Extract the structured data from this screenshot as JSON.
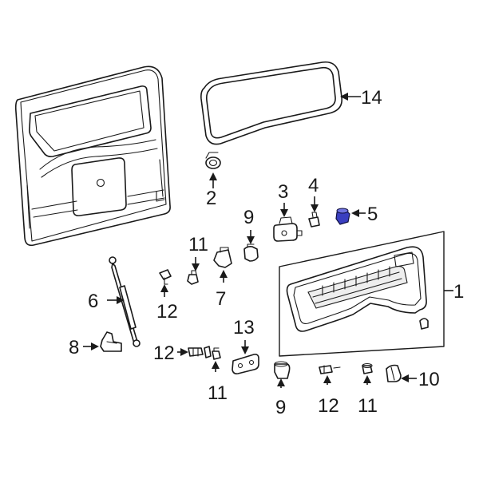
{
  "callouts": {
    "c1": "1",
    "c2": "2",
    "c3": "3",
    "c4": "4",
    "c5": "5",
    "c6": "6",
    "c7": "7",
    "c8": "8",
    "c9a": "9",
    "c9b": "9",
    "c10": "10",
    "c11a": "11",
    "c11b": "11",
    "c11c": "11",
    "c12a": "12",
    "c12b": "12",
    "c12c": "12",
    "c13": "13",
    "c14": "14"
  },
  "colors": {
    "highlight_part": "#3a3fc0",
    "line": "#1a1a1a"
  },
  "highlighted_callout": "5"
}
